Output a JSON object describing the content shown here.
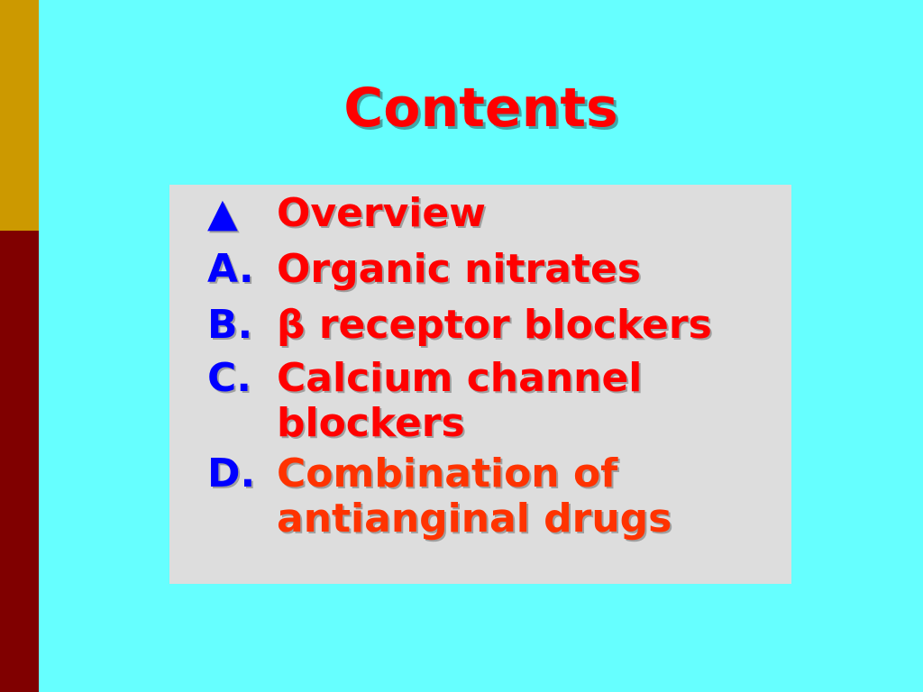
{
  "slide": {
    "title": "Contents",
    "items": [
      {
        "marker": "▲",
        "text": "Overview"
      },
      {
        "marker": "A.",
        "text": "Organic nitrates"
      },
      {
        "marker": "B.",
        "text": "β receptor blockers"
      },
      {
        "marker": "C.",
        "text": "Calcium channel blockers"
      },
      {
        "marker": "D.",
        "text": "Combination of antianginal drugs"
      }
    ]
  },
  "colors": {
    "background": "#66FFFF",
    "left_bar_top": "#CC9900",
    "left_bar_bottom": "#800000",
    "title": "#FF0000",
    "marker": "#0000FF",
    "item_text": "#FF0000",
    "last_item_text": "#FF3300",
    "content_box": "#DDDDDD"
  }
}
